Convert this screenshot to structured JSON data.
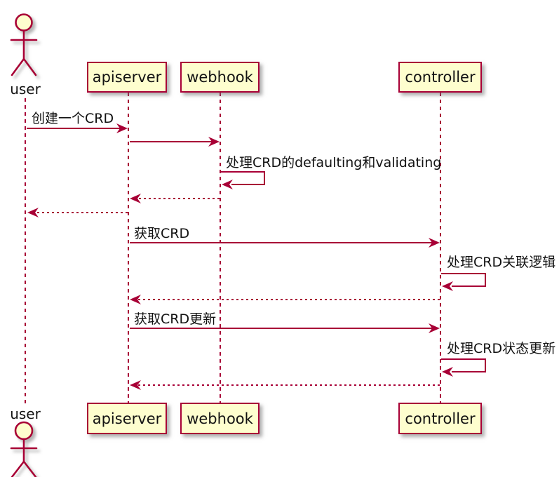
{
  "diagram": {
    "type": "sequence-diagram",
    "colors": {
      "line": "#A80036",
      "participant_fill": "#FEFECE",
      "text": "#121212",
      "background": "#FFFFFF"
    },
    "actor": {
      "label": "user"
    },
    "participants": [
      {
        "id": "apiserver",
        "label": "apiserver"
      },
      {
        "id": "webhook",
        "label": "webhook"
      },
      {
        "id": "controller",
        "label": "controller"
      }
    ],
    "messages": [
      {
        "from": "user",
        "to": "apiserver",
        "label": "创建一个CRD",
        "line": "solid"
      },
      {
        "from": "apiserver",
        "to": "webhook",
        "label": "",
        "line": "solid"
      },
      {
        "from": "webhook",
        "to": "webhook",
        "label": "处理CRD的defaulting和validating",
        "line": "self"
      },
      {
        "from": "webhook",
        "to": "apiserver",
        "label": "",
        "line": "dashed"
      },
      {
        "from": "apiserver",
        "to": "user",
        "label": "",
        "line": "dashed"
      },
      {
        "from": "apiserver",
        "to": "controller",
        "label": "获取CRD",
        "line": "solid"
      },
      {
        "from": "controller",
        "to": "controller",
        "label": "处理CRD关联逻辑",
        "line": "self"
      },
      {
        "from": "controller",
        "to": "apiserver",
        "label": "",
        "line": "dashed"
      },
      {
        "from": "apiserver",
        "to": "controller",
        "label": "获取CRD更新",
        "line": "solid"
      },
      {
        "from": "controller",
        "to": "controller",
        "label": "处理CRD状态更新",
        "line": "self"
      },
      {
        "from": "controller",
        "to": "apiserver",
        "label": "",
        "line": "dashed"
      }
    ]
  }
}
